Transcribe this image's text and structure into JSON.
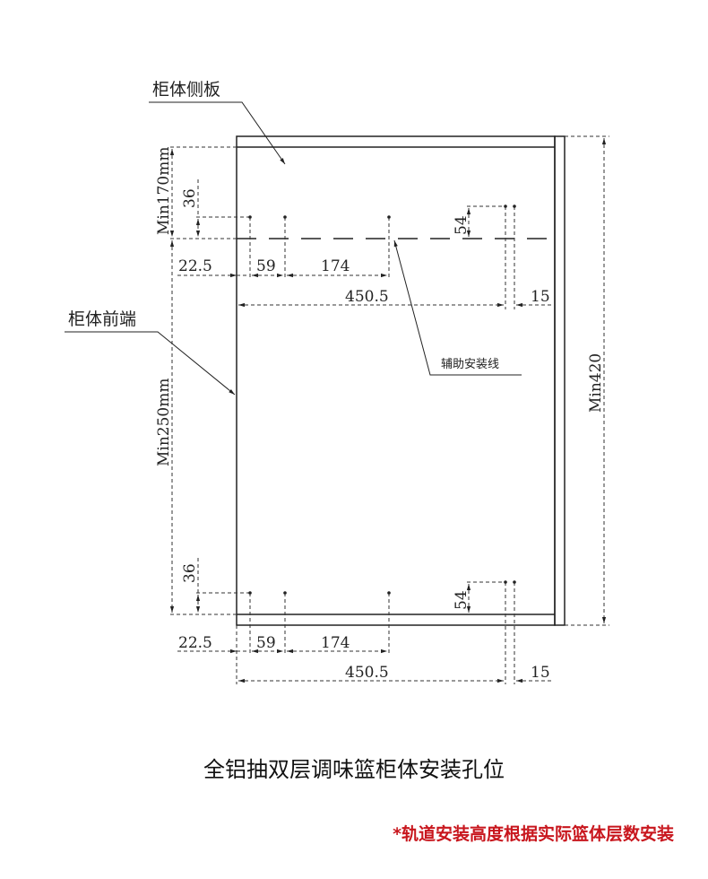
{
  "labels": {
    "side_panel": "柜体侧板",
    "front_end": "柜体前端",
    "aux_line": "辅助安装线"
  },
  "dimensions": {
    "min170": "Min170mm",
    "min250": "Min250mm",
    "min420": "Min420",
    "d36_top": "36",
    "d36_bottom": "36",
    "d54_top": "54",
    "d54_bottom": "54",
    "d22_5_top": "22.5",
    "d59_top": "59",
    "d174_top": "174",
    "d450_5_top": "450.5",
    "d15_top": "15",
    "d22_5_bottom": "22.5",
    "d59_bottom": "59",
    "d174_bottom": "174",
    "d450_5_bottom": "450.5",
    "d15_bottom": "15"
  },
  "title": "全铝抽双层调味篮柜体安装孔位",
  "note": "*轨道安装高度根据实际篮体层数安装",
  "colors": {
    "note": "#c8161d",
    "line": "#222222"
  }
}
